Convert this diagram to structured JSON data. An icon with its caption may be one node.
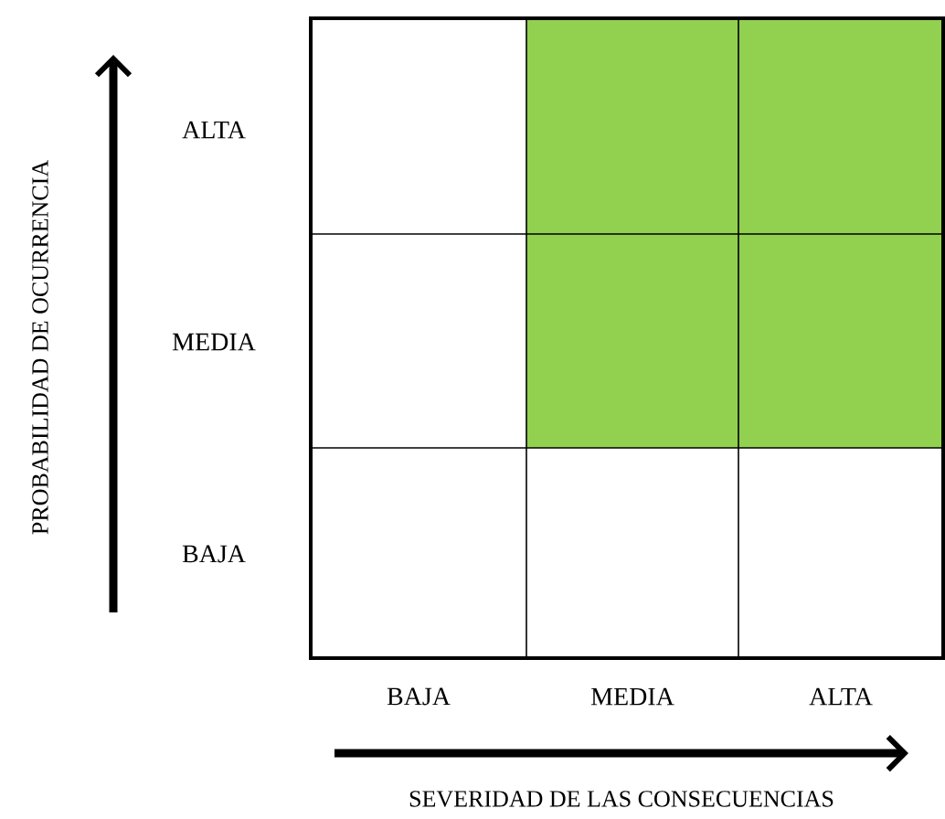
{
  "diagram": {
    "labels": [
      "PROBABILIDAD DE OCURRENCIA",
      "ALTA",
      "MEDIA",
      "BAJA",
      "BAJA",
      "MEDIA",
      "ALTA",
      "SEVERIDAD DE LAS CONSECUENCIAS"
    ]
  }
}
